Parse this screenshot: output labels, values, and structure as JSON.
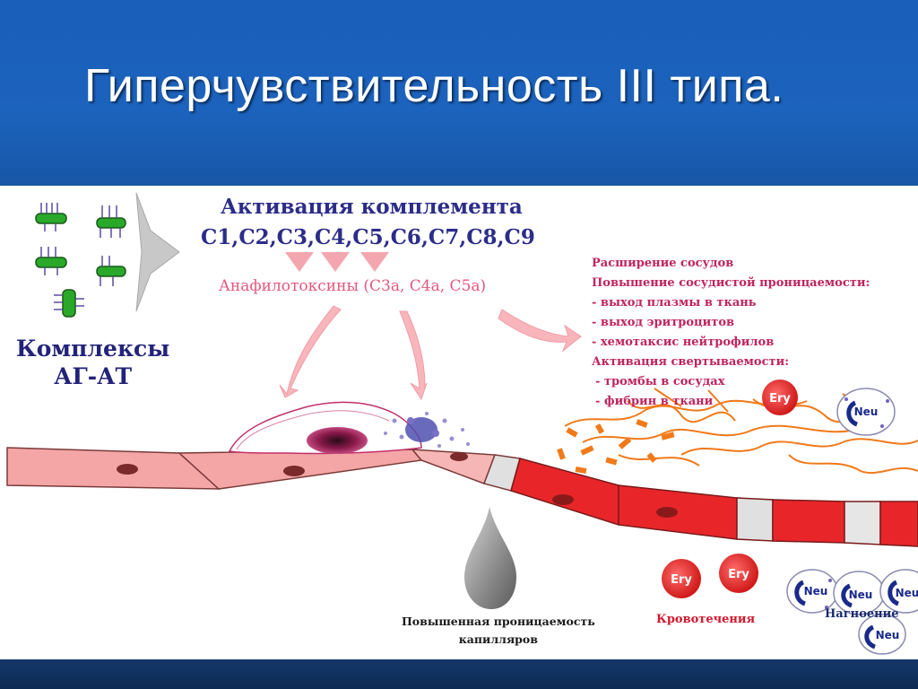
{
  "slide": {
    "title": "Гиперчувствительность III типа."
  },
  "diagram": {
    "complement_title": "Активация комплемента",
    "complement_list": "С1,С2,С3,С4,С5,С6,С7,С8,С9",
    "anaphylatoxins": "Анафилотоксины (С3а, С4а, С5а)",
    "complexes_line1": "Комплексы",
    "complexes_line2": "АГ-АТ",
    "effects": [
      "Расширение сосудов",
      "Повышение сосудистой проницаемости:",
      "- выход плазмы в ткань",
      "- выход эритроцитов",
      "- хемотаксис нейтрофилов",
      "Активация свертываемости:",
      " - тромбы в сосудах",
      " - фибрин в ткани"
    ],
    "caption_permeability_line1": "Повышенная проницаемость",
    "caption_permeability_line2": "капилляров",
    "caption_bleeding": "Кровотечения",
    "caption_suppuration": "Нагноение",
    "ery_label": "Ery",
    "neu_label": "Neu",
    "colors": {
      "title_text": "#ffffff",
      "header_bg": "#1c63bd",
      "complement_text": "#2c2c8a",
      "anaphylatoxin_text": "#e3587d",
      "effects_text": "#c0245e",
      "vessel_pale": "#f4a6a6",
      "vessel_red": "#e8262a",
      "fibrin": "#f07a1a"
    }
  }
}
